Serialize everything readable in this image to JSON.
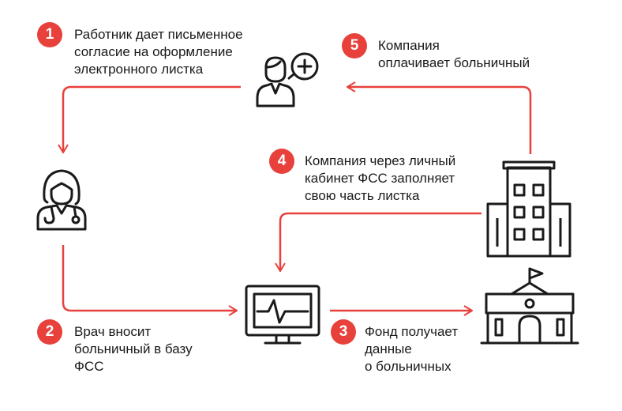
{
  "colors": {
    "accent": "#e8413c",
    "ink": "#1a1a1a",
    "background": "#ffffff"
  },
  "steps": [
    {
      "number": "1",
      "lines": [
        "Работник дает письменное",
        "согласие на оформление",
        "электронного листка"
      ]
    },
    {
      "number": "2",
      "lines": [
        "Врач вносит",
        "больничный в базу",
        "ФСС"
      ]
    },
    {
      "number": "3",
      "lines": [
        "Фонд получает",
        "данные",
        "о больничных"
      ]
    },
    {
      "number": "4",
      "lines": [
        "Компания через личный",
        "кабинет ФСС заполняет",
        "свою часть листка"
      ]
    },
    {
      "number": "5",
      "lines": [
        "Компания",
        "оплачивает больничный"
      ]
    }
  ],
  "icons": [
    "employee-icon",
    "doctor-icon",
    "monitor-icon",
    "office-building-icon",
    "fund-building-icon"
  ]
}
